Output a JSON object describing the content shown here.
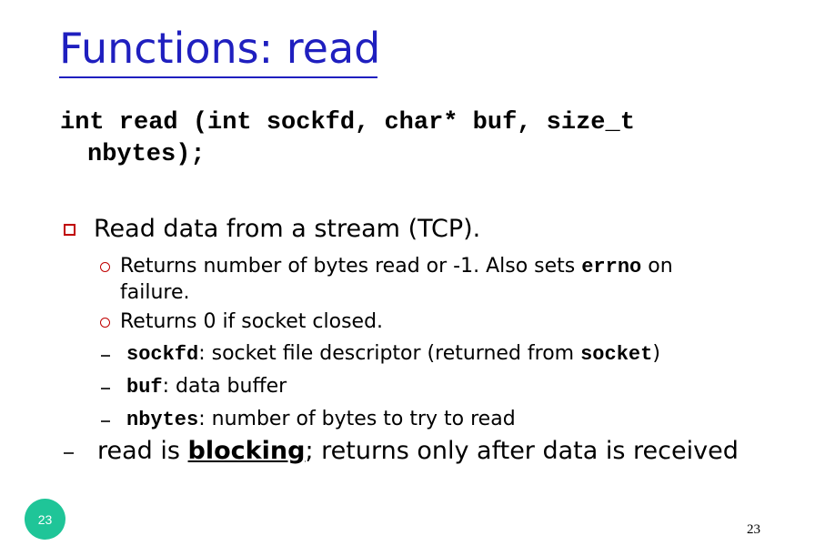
{
  "slide": {
    "title": "Functions: read",
    "signature_line1": "int read (int sockfd, char* buf, size_t",
    "signature_line2": "nbytes);",
    "bullet1": "Read data from a stream (TCP).",
    "sub1_text_a": "Returns number of bytes read or -1. Also sets ",
    "sub1_code": "errno",
    "sub1_text_b": " on failure.",
    "sub2": "Returns 0 if socket closed.",
    "dash1_code": "sockfd",
    "dash1_text_a": ": socket file descriptor (returned from ",
    "dash1_code2": "socket",
    "dash1_text_b": ")",
    "dash2_code": "buf",
    "dash2_text": ": data buffer",
    "dash3_code": "nbytes",
    "dash3_text": ": number of bytes to try to read",
    "final_a": "read is ",
    "final_b": "blocking",
    "final_c": "; returns only after data is received",
    "badge_number": "23",
    "page_number": "23"
  },
  "colors": {
    "title": "#1f1fbf",
    "bullet": "#c00000",
    "badge": "#1fc598"
  }
}
